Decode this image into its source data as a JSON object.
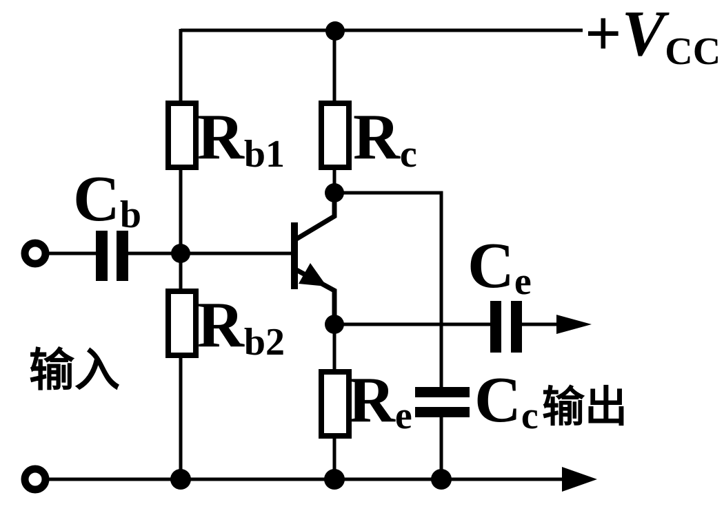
{
  "page": {
    "background": "#ffffff",
    "ink": "#000000",
    "description": "Single-stage NPN transistor amplifier schematic with voltage-divider bias"
  },
  "labels": {
    "power": {
      "prefix": "+",
      "base": "V",
      "sub": "CC"
    },
    "rb1": {
      "base": "R",
      "sub": "b1"
    },
    "rc": {
      "base": "R",
      "sub": "c"
    },
    "rb2": {
      "base": "R",
      "sub": "b2"
    },
    "re": {
      "base": "R",
      "sub": "e"
    },
    "cb": {
      "base": "C",
      "sub": "b"
    },
    "ce": {
      "base": "C",
      "sub": "e"
    },
    "cc": {
      "base": "C",
      "sub": "c"
    },
    "input": "输入",
    "output": "输出"
  }
}
